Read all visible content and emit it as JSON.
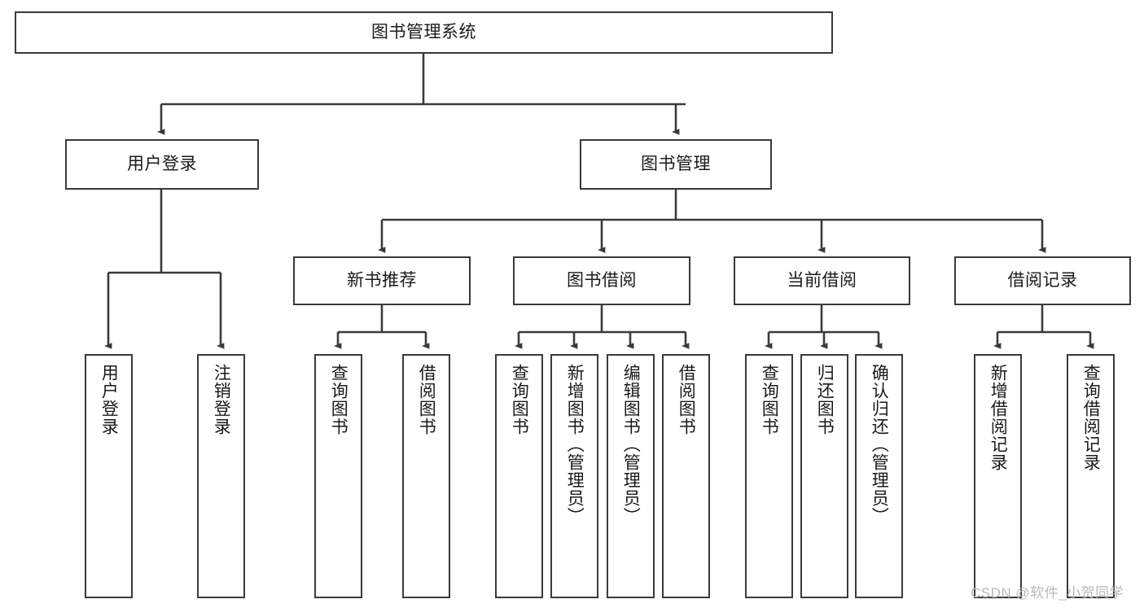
{
  "diagram": {
    "title": "图书管理系统",
    "type": "tree",
    "colors": {
      "border": "#3a3a3a",
      "background": "#ffffff",
      "text": "#1a1a1a",
      "watermark": "#b8b8b8"
    },
    "root": {
      "label": "图书管理系统"
    },
    "level2": [
      {
        "label": "用户登录"
      },
      {
        "label": "图书管理"
      }
    ],
    "level3": [
      {
        "label": "新书推荐"
      },
      {
        "label": "图书借阅"
      },
      {
        "label": "当前借阅"
      },
      {
        "label": "借阅记录"
      }
    ],
    "leaves": {
      "user_login": [
        {
          "label": "用户登录"
        },
        {
          "label": "注销登录"
        }
      ],
      "new_book": [
        {
          "label": "查询图书"
        },
        {
          "label": "借阅图书"
        }
      ],
      "book_borrow": [
        {
          "label": "查询图书"
        },
        {
          "label": "新增图书（管理员）"
        },
        {
          "label": "编辑图书（管理员）"
        },
        {
          "label": "借阅图书"
        }
      ],
      "current_borrow": [
        {
          "label": "查询图书"
        },
        {
          "label": "归还图书"
        },
        {
          "label": "确认归还（管理员）"
        }
      ],
      "borrow_record": [
        {
          "label": "新增借阅记录"
        },
        {
          "label": "查询借阅记录"
        }
      ]
    },
    "watermark": "CSDN @软件_小贺同学"
  }
}
